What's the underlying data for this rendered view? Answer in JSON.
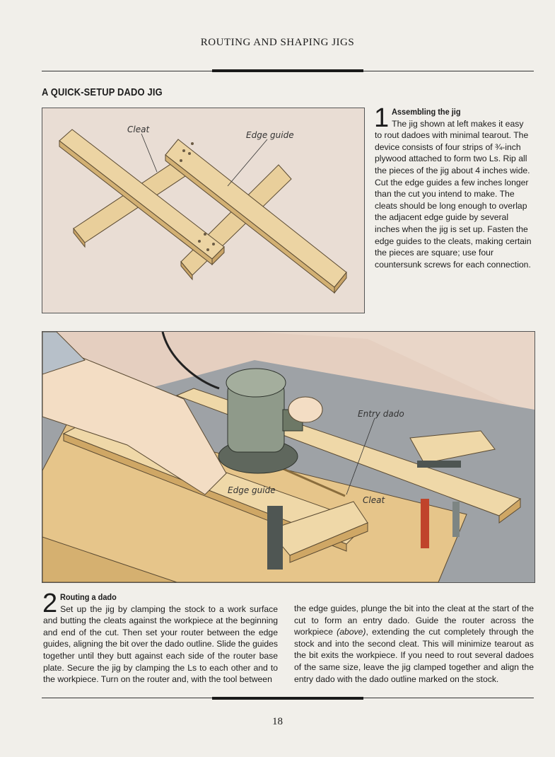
{
  "header": {
    "title": "ROUTING AND SHAPING JIGS"
  },
  "section": {
    "title": "A QUICK-SETUP DADO JIG"
  },
  "figure1": {
    "labels": {
      "cleat": "Cleat",
      "edge_guide": "Edge guide"
    }
  },
  "figure2": {
    "labels": {
      "entry_dado": "Entry dado",
      "edge_guide": "Edge guide",
      "cleat": "Cleat"
    }
  },
  "step1": {
    "number": "1",
    "heading": "Assembling the jig",
    "body": "The jig shown at left makes it easy to rout dadoes with minimal tearout. The device consists of four strips of ¾-inch plywood attached to form two Ls. Rip all the pieces of the jig about 4 inches wide. Cut the edge guides a few inches longer than the cut you intend to make. The cleats should be long enough to overlap the adjacent edge guide by several inches when the jig is set up. Fasten the edge guides to the cleats, making certain the pieces are square; use four countersunk screws for each connection."
  },
  "step2": {
    "number": "2",
    "heading": "Routing a dado",
    "body_col1": "Set up the jig by clamping the stock to a work surface and butting the cleats against the workpiece at the beginning and end of the cut. Then set your router between the edge guides, aligning the bit over the dado outline. Slide the guides together until they butt against each side of the router base plate. Secure the jig by clamping the Ls to each other and to the workpiece. Turn on the router and, with the tool between",
    "body_col2_a": "the edge guides, plunge the bit into the cleat at the start of the cut to form an entry dado. Guide the router across the workpiece ",
    "body_col2_italic": "(above)",
    "body_col2_b": ", extending the cut completely through the stock and into the second cleat. This will minimize tearout as the bit exits the workpiece. If you need to rout several dadoes of the same size, leave the jig clamped together and align the entry dado with the dado outline marked on the stock."
  },
  "footer": {
    "page_number": "18"
  }
}
